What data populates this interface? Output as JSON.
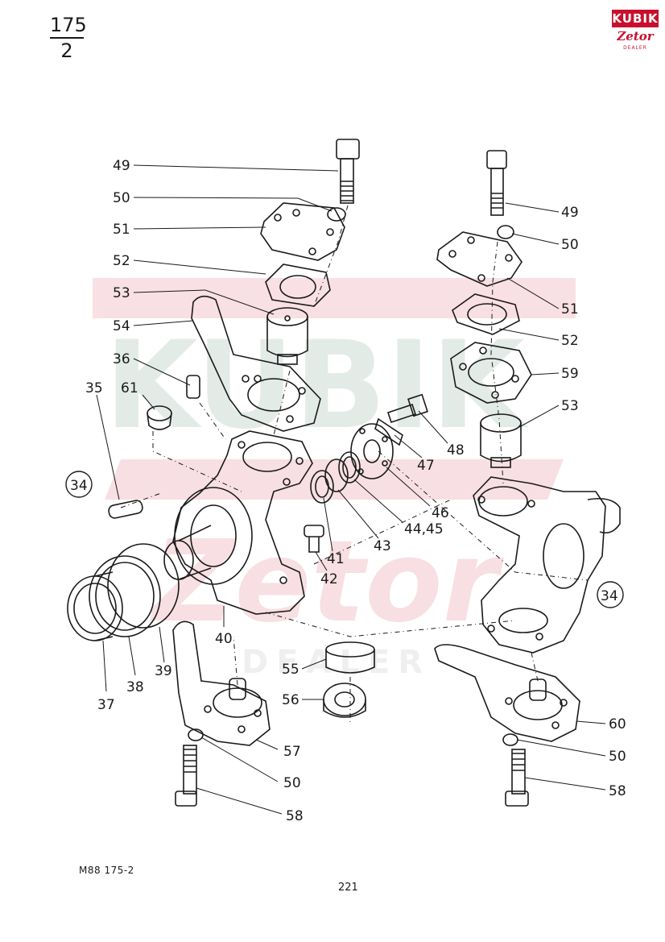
{
  "sheet": {
    "top": "175",
    "bottom": "2"
  },
  "logo": {
    "brand": "KUBIK",
    "sub": "Zetor",
    "dealer": "DEALER"
  },
  "watermark": {
    "word": "KUBIK",
    "sub": "Zetor",
    "dealer": "DEALER"
  },
  "footer": {
    "code": "M88   175-2",
    "page": "221"
  },
  "callouts": {
    "c49a": "49",
    "c50a": "50",
    "c51a": "51",
    "c52a": "52",
    "c53a": "53",
    "c54": "54",
    "c36": "36",
    "c35": "35",
    "c61": "61",
    "c34a": "34",
    "c49b": "49",
    "c50b": "50",
    "c51b": "51",
    "c52b": "52",
    "c59": "59",
    "c53b": "53",
    "c48": "48",
    "c47": "47",
    "c46": "46",
    "c4445": "44,45",
    "c43": "43",
    "c41": "41",
    "c42": "42",
    "c40": "40",
    "c39": "39",
    "c38": "38",
    "c37": "37",
    "c55": "55",
    "c56": "56",
    "c57": "57",
    "c50c": "50",
    "c58a": "58",
    "c34b": "34",
    "c60": "60",
    "c50d": "50",
    "c58b": "58"
  }
}
